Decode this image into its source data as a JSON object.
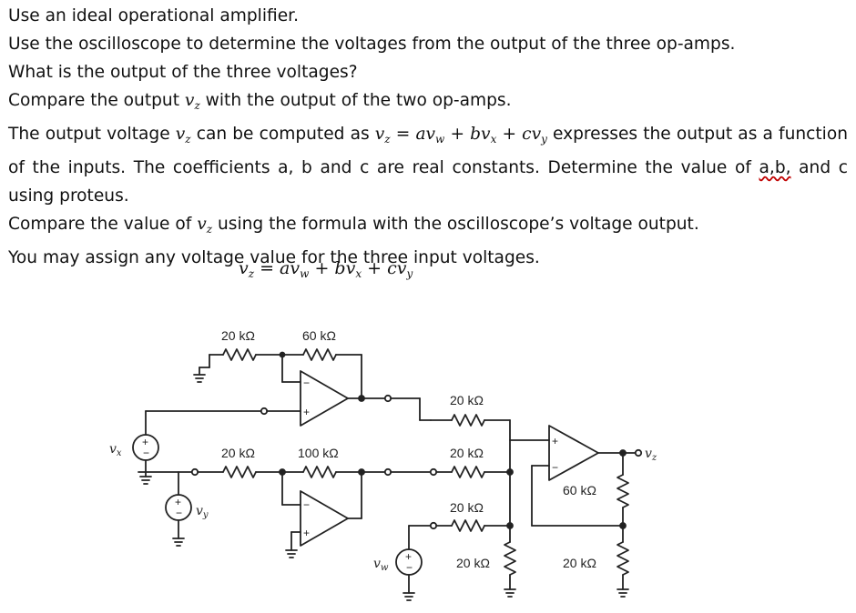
{
  "instructions": {
    "l1": "Use an ideal operational amplifier.",
    "l2": "Use the oscilloscope to determine the voltages from the output of the three op-amps.",
    "l3": "What is the output of the three voltages?",
    "l4_pre": "Compare the output ",
    "l4_post": " with the output of the two op-amps.",
    "l5_a": "The output voltage ",
    "l5_b": " can be computed as ",
    "l5_c": " expresses the output as a function of the inputs. The coefficients a, b and c are real constants. Determine the value of ",
    "l5_d": "a,b,",
    "l5_e": " and c using proteus.",
    "l6_pre": "Compare the value of ",
    "l6_post": " using the formula with the oscilloscope’s voltage output.",
    "l7": "You may assign any voltage value for the three input voltages."
  },
  "math": {
    "vz": "v",
    "vz_sub": "z",
    "eq_lhs": "v",
    "eq_mid": " = av",
    "w": "w",
    "plus_b": " + bv",
    "x": "x",
    "plus_c": " + cv",
    "y": "y"
  },
  "formula": {
    "v": "v",
    "z": "z",
    "eq": " = av",
    "w": "w",
    "pb": " + bv",
    "x": "x",
    "pc": " + cv",
    "y": "y"
  },
  "circuit": {
    "r_top_left": "20 kΩ",
    "r_top_fb": "60 kΩ",
    "r_mid_left": "20 kΩ",
    "r_mid_fb": "100 kΩ",
    "r_sum_1": "20 kΩ",
    "r_sum_2": "20 kΩ",
    "r_sum_3": "20 kΩ",
    "r_ground_a": "20 kΩ",
    "r_ground_b": "20 kΩ",
    "r_out_fb": "60 kΩ",
    "src_vx": "v",
    "src_vx_sub": "x",
    "src_vy": "v",
    "src_vy_sub": "y",
    "src_vw": "v",
    "src_vw_sub": "w",
    "out_vz": "v",
    "out_vz_sub": "z",
    "plus": "+",
    "minus": "−"
  }
}
